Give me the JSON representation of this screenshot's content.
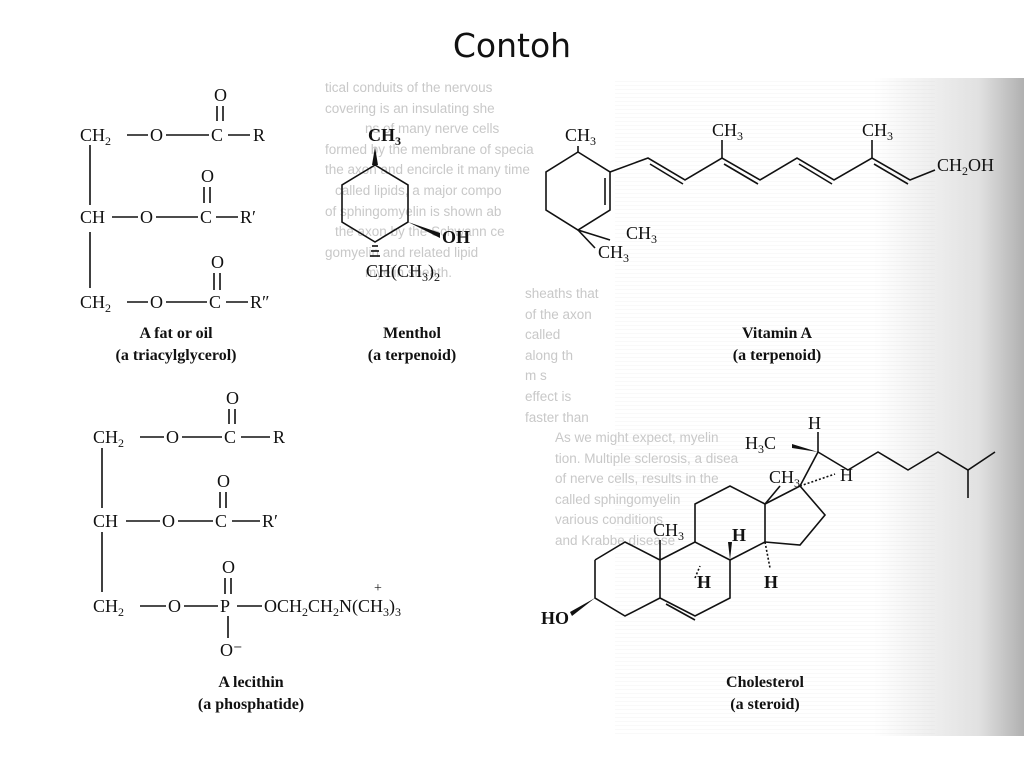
{
  "slide": {
    "title": "Contoh"
  },
  "background_text": [
    "tical conduits of the nervous",
    "covering is an insulating she",
    "ns of many nerve cells",
    "formed by the membrane of specia",
    "the axon and encircle it many time",
    "called lipids, a major compo",
    "of sphingomyelin is shown ab",
    "the axon by the Schwann ce",
    "gomyelin and related lipid",
    "myelin sheath.",
    "",
    "sheaths that",
    "of the axon",
    "called",
    "along th",
    "m s",
    "effect is",
    "faster than",
    "",
    "As we might expect, myelin",
    "tion. Multiple sclerosis, a disea",
    "of nerve cells, results in the",
    "called sphingomyelin",
    "various conditions",
    "and Krabbe disease"
  ],
  "molecules": {
    "fat": {
      "name": "A fat or oil",
      "class": "(a triacylglycerol)",
      "atoms": {
        "o": "O",
        "c": "C",
        "ch2": "CH",
        "ch": "CH",
        "sub2": "2",
        "r1": "R",
        "r2": "R′",
        "r3": "R″"
      }
    },
    "menthol": {
      "name": "Menthol",
      "class": "(a terpenoid)",
      "groups": {
        "ch3": "CH",
        "sub3": "3",
        "oh": "OH",
        "isopropyl": "CH(CH",
        "sub_iso": "3",
        "close_iso": ")",
        "sub_iso2": "2"
      }
    },
    "vitamin_a": {
      "name": "Vitamin A",
      "class": "(a terpenoid)",
      "groups": {
        "ch3": "CH",
        "sub3": "3",
        "ch2oh": "CH",
        "sub2": "2",
        "oh": "OH"
      }
    },
    "lecithin": {
      "name": "A lecithin",
      "class": "(a phosphatide)",
      "atoms": {
        "o": "O",
        "c": "C",
        "p": "P",
        "ch2": "CH",
        "sub2": "2",
        "ch": "CH",
        "r1": "R",
        "r2": "R′",
        "o_minus": "O⁻",
        "choline_a": "OCH",
        "choline_b": "CH",
        "choline_n": "N",
        "choline_plus": "+",
        "choline_me": "(CH",
        "choline_close": ")"
      }
    },
    "cholesterol": {
      "name": "Cholesterol",
      "class": "(a steroid)",
      "groups": {
        "h": "H",
        "h3c": "H",
        "h3c_c": "C",
        "ch3": "CH",
        "sub3": "3",
        "ho": "HO"
      }
    }
  }
}
